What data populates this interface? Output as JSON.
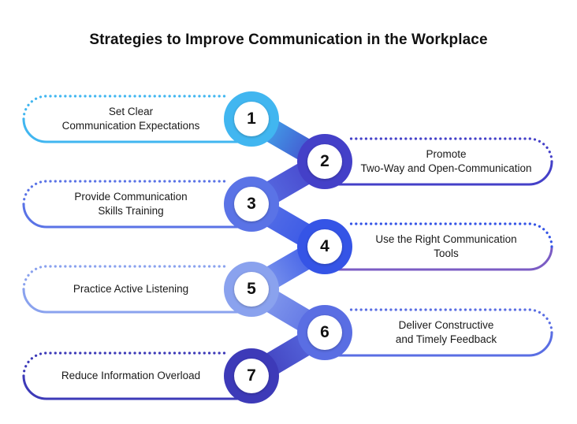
{
  "title": "Strategies to Improve Communication in the Workplace",
  "steps": [
    {
      "number": "1",
      "lines": [
        "Set Clear",
        "Communication Expectations"
      ],
      "side": "left",
      "color": "#41b6f0"
    },
    {
      "number": "2",
      "lines": [
        "Promote",
        "Two-Way and Open-Communication"
      ],
      "side": "right",
      "color": "#4440c8"
    },
    {
      "number": "3",
      "lines": [
        "Provide Communication",
        "Skills Training"
      ],
      "side": "left",
      "color": "#5a73e6"
    },
    {
      "number": "4",
      "lines": [
        "Use the Right Communication",
        "Tools"
      ],
      "side": "right",
      "color": "#3554e6"
    },
    {
      "number": "5",
      "lines": [
        "Practice Active Listening"
      ],
      "side": "left",
      "color": "#8aa2ee"
    },
    {
      "number": "6",
      "lines": [
        "Deliver Constructive",
        "and Timely Feedback"
      ],
      "side": "right",
      "color": "#5a6ee3"
    },
    {
      "number": "7",
      "lines": [
        "Reduce Information Overload"
      ],
      "side": "left",
      "color": "#3d3ab8"
    }
  ],
  "colors": {
    "background": "#ffffff",
    "text": "#111111",
    "step4_accent": "#7b5cc4"
  }
}
